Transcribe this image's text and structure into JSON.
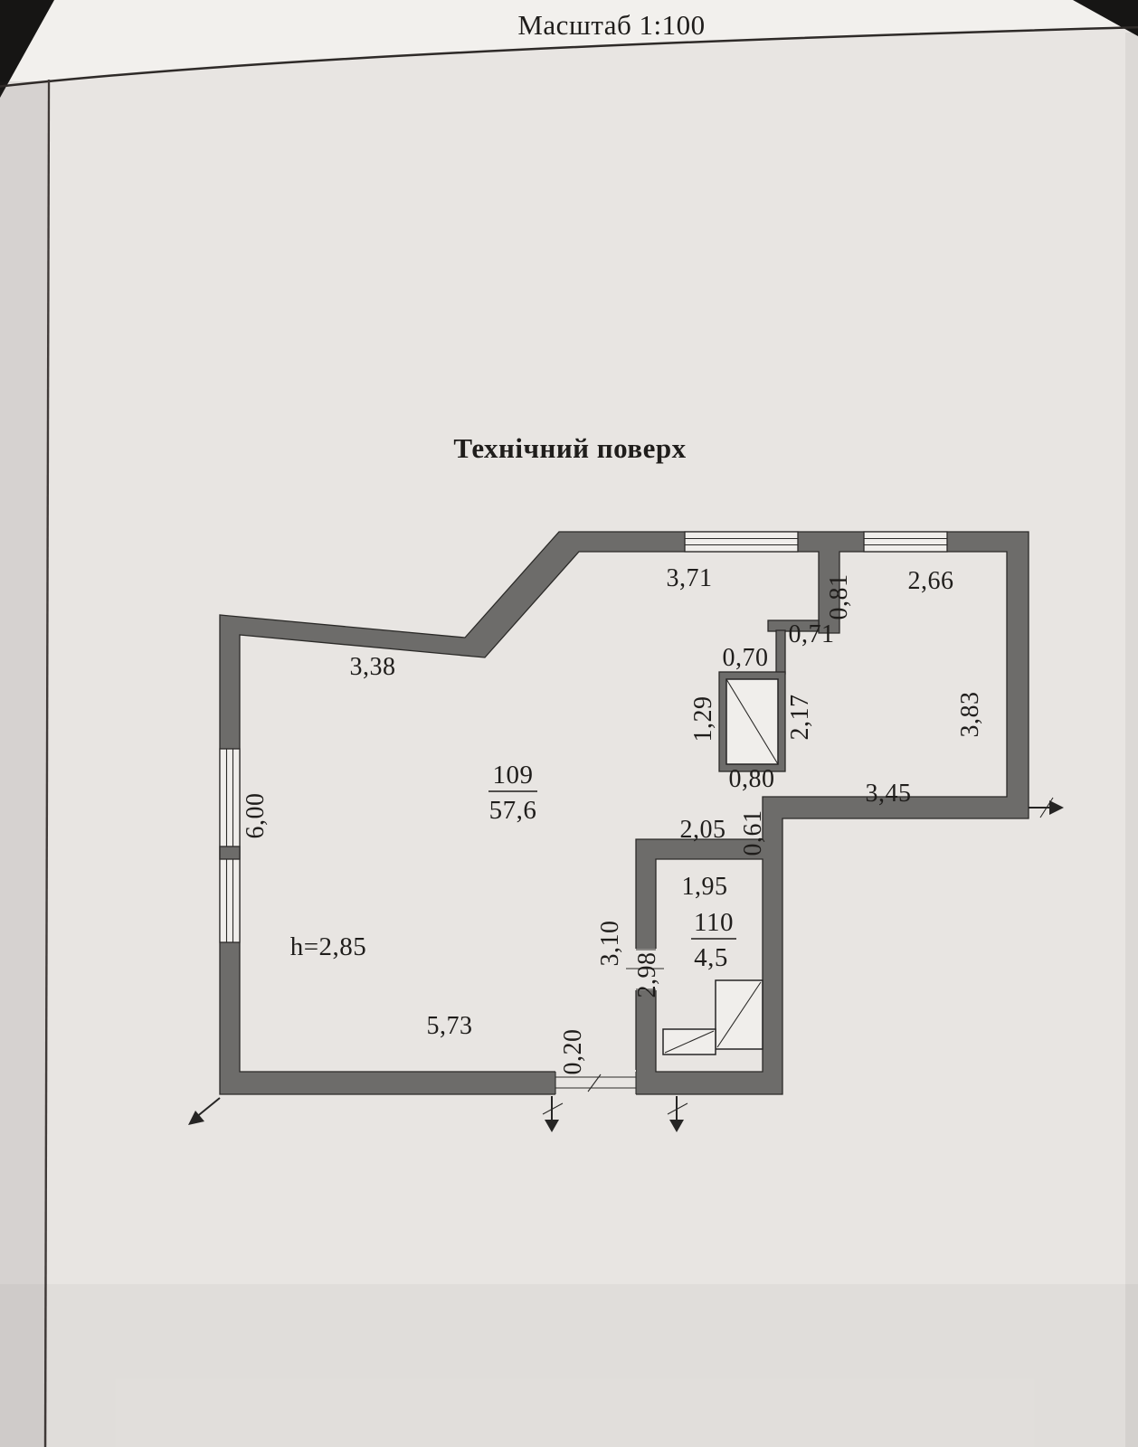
{
  "page": {
    "scale_label": "Масштаб 1:100",
    "title": "Технічний поверх"
  },
  "plan": {
    "rooms": [
      {
        "number": "109",
        "area": "57,6"
      },
      {
        "number": "110",
        "area": "4,5"
      }
    ],
    "height_label": "h=2,85",
    "dims": {
      "top_left_wall": "3,38",
      "top_wall": "3,71",
      "top_right_wall": "2,66",
      "pier": "0,81",
      "niche": "0,71",
      "duct_width": "0,70",
      "duct_left": "1,29",
      "duct_right": "2,17",
      "duct_bottom": "0,80",
      "right_wall": "3,83",
      "corridor": "3,45",
      "passage_width": "2,05",
      "passage_offset": "0,61",
      "room110_width": "1,95",
      "room110_outer": "3,10",
      "room110_inner": "2,98",
      "left_wall": "6,00",
      "bottom_wall": "5,73",
      "door_pier": "0,20"
    }
  }
}
